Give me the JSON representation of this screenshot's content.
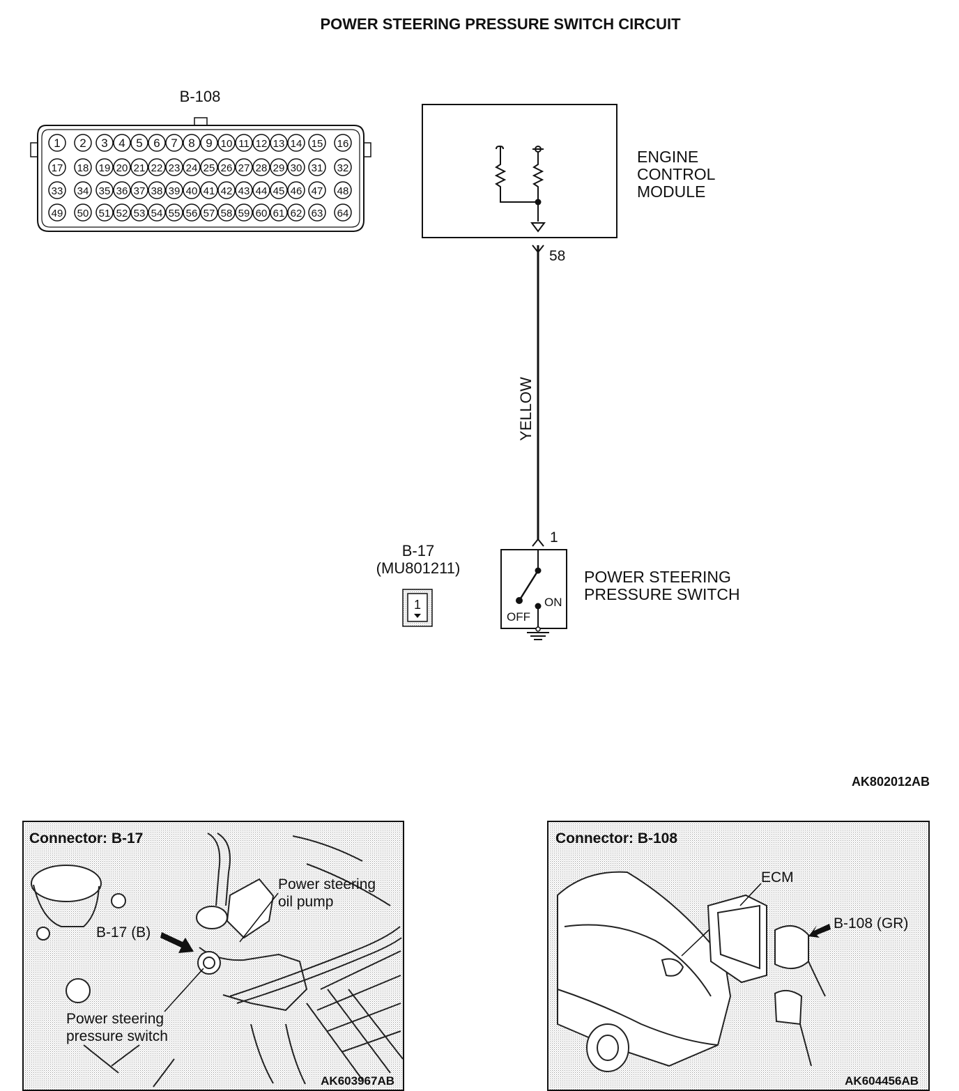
{
  "title": "POWER STEERING PRESSURE SWITCH CIRCUIT",
  "connector_b108": {
    "label": "B-108",
    "pin_rows": [
      [
        "1",
        "2",
        "3",
        "4",
        "5",
        "6",
        "7",
        "8",
        "9",
        "10",
        "11",
        "12",
        "13",
        "14",
        "15",
        "16"
      ],
      [
        "17",
        "18",
        "19",
        "20",
        "21",
        "22",
        "23",
        "24",
        "25",
        "26",
        "27",
        "28",
        "29",
        "30",
        "31",
        "32"
      ],
      [
        "33",
        "34",
        "35",
        "36",
        "37",
        "38",
        "39",
        "40",
        "41",
        "42",
        "43",
        "44",
        "45",
        "46",
        "47",
        "48"
      ],
      [
        "49",
        "50",
        "51",
        "52",
        "53",
        "54",
        "55",
        "56",
        "57",
        "58",
        "59",
        "60",
        "61",
        "62",
        "63",
        "64"
      ]
    ]
  },
  "ecm": {
    "label_lines": [
      "ENGINE",
      "CONTROL",
      "MODULE"
    ],
    "pin": "58"
  },
  "wire": {
    "color_label": "YELLOW"
  },
  "switch": {
    "connector": "B-17",
    "part_number": "(MU801211)",
    "connector_icon_pin": "1",
    "pin": "1",
    "label_lines": [
      "POWER STEERING",
      "PRESSURE SWITCH"
    ],
    "state_on": "ON",
    "state_off": "OFF"
  },
  "figure_code": "AK802012AB",
  "panel_left": {
    "heading": "Connector: B-17",
    "callout_pump": [
      "Power steering",
      "oil pump"
    ],
    "callout_connector": "B-17 (B)",
    "callout_switch": [
      "Power steering",
      "pressure switch"
    ],
    "code": "AK603967AB"
  },
  "panel_right": {
    "heading": "Connector: B-108",
    "callout_ecm": "ECM",
    "callout_connector": "B-108 (GR)",
    "code": "AK604456AB"
  }
}
